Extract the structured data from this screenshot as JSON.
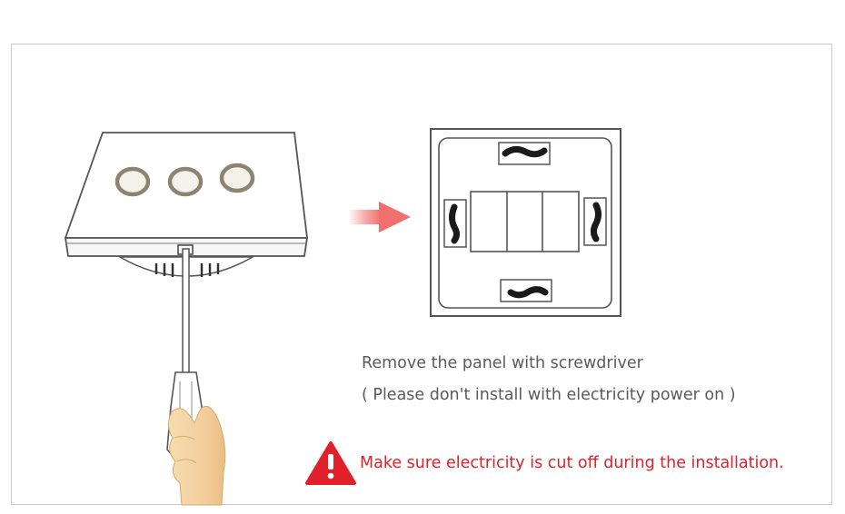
{
  "instructions": {
    "line1": "Remove the panel with screwdriver",
    "line2": "( Please don't install with electricity power on )"
  },
  "warning": {
    "text": "Make sure electricity is cut off during the installation.",
    "icon": "warning-triangle-icon",
    "color": "#e0202a"
  },
  "colors": {
    "arrow": "#f28a8a",
    "skin": "#f3cf9e",
    "line": "#4a4a4a"
  }
}
